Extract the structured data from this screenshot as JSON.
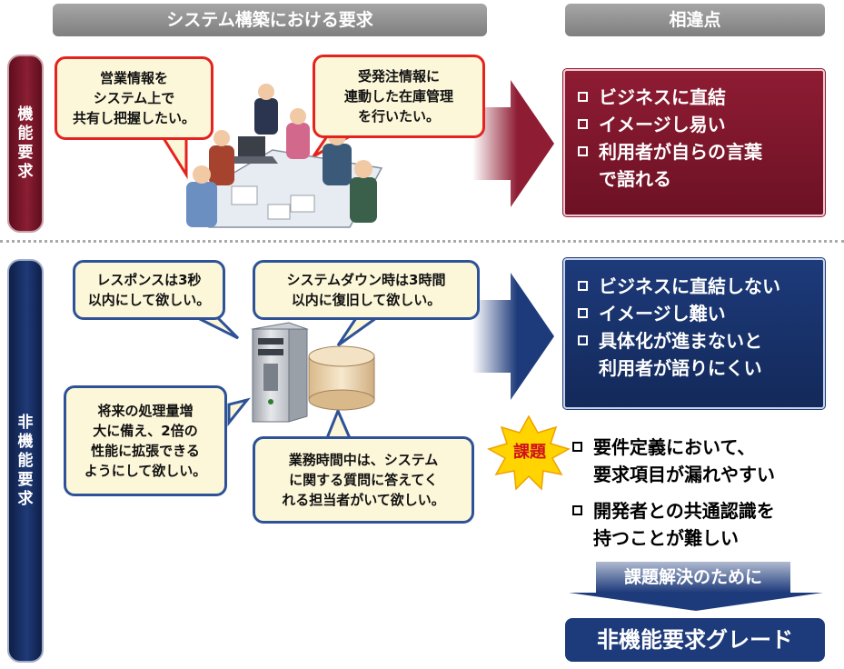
{
  "headers": {
    "left": "システム構築における要求",
    "right": "相違点"
  },
  "sections": {
    "functional": {
      "label": [
        "機",
        "能",
        "要",
        "求"
      ],
      "bubbles": [
        [
          "営業情報を",
          "システム上で",
          "共有し把握したい。"
        ],
        [
          "受発注情報に",
          "連動した在庫管理",
          "を行いたい。"
        ]
      ],
      "differences": [
        [
          "ビジネスに直結"
        ],
        [
          "イメージし易い"
        ],
        [
          "利用者が自らの言葉",
          "で語れる"
        ]
      ]
    },
    "nonfunctional": {
      "label": [
        "非",
        "機",
        "能",
        "要",
        "求"
      ],
      "bubbles": [
        [
          "レスポンスは3秒",
          "以内にして欲しい。"
        ],
        [
          "システムダウン時は3時間",
          "以内に復旧して欲しい。"
        ],
        [
          "将来の処理量増",
          "大に備え、2倍の",
          "性能に拡張できる",
          "ようにして欲しい。"
        ],
        [
          "業務時間中は、システム",
          "に関する質問に答えてく",
          "れる担当者がいて欲しい。"
        ]
      ],
      "differences": [
        [
          "ビジネスに直結しない"
        ],
        [
          "イメージし難い"
        ],
        [
          "具体化が進まないと",
          "利用者が語りにくい"
        ]
      ]
    }
  },
  "issues": {
    "badge": "課題",
    "items": [
      [
        "要件定義において、",
        "要求項目が漏れやすい"
      ],
      [
        "開発者との共通認識を",
        "持つことが難しい"
      ]
    ]
  },
  "solution": {
    "arrow_label": "課題解決のために",
    "result": "非機能要求グレード"
  },
  "colors": {
    "functional": "#8e1c33",
    "nonfunctional": "#1d3a7a",
    "bubble_fill": "#fdf7d9",
    "header": "#8c8c8c"
  }
}
